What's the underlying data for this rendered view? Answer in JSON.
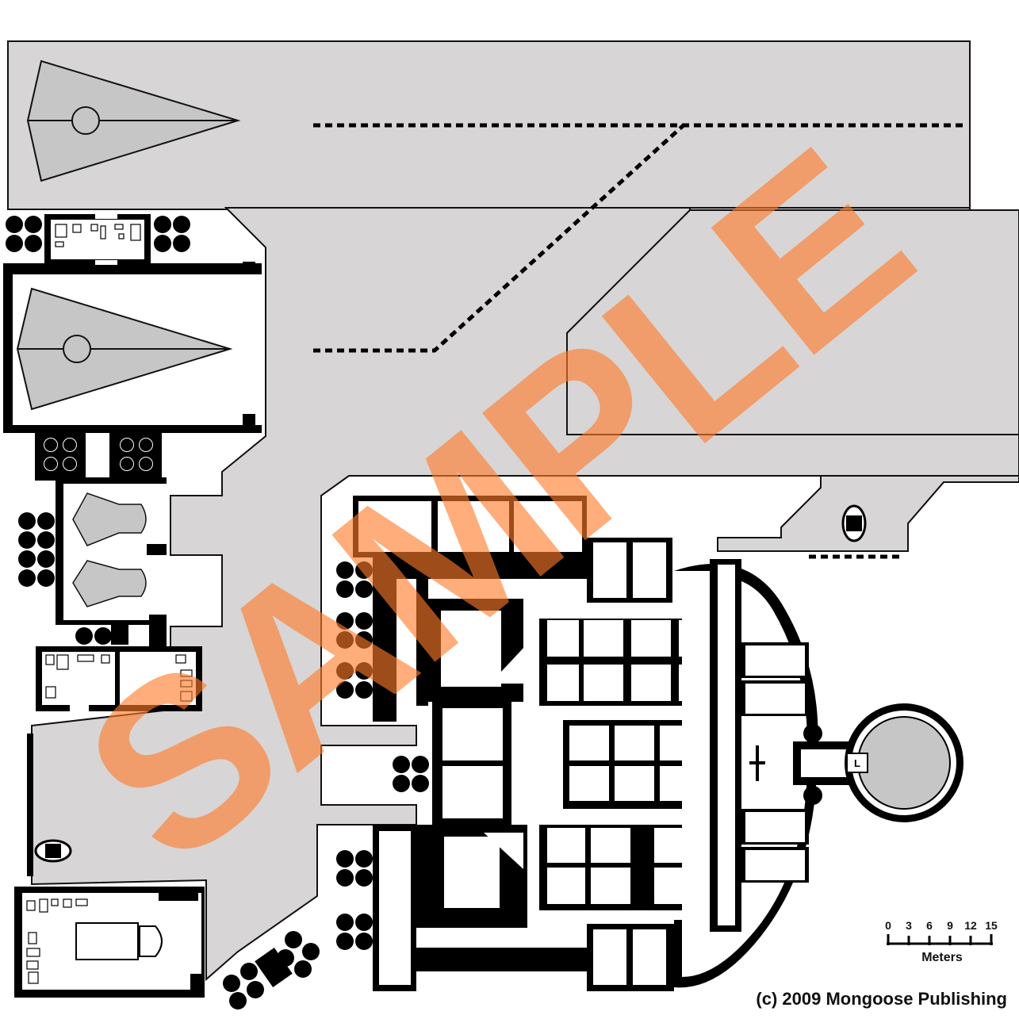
{
  "watermark": {
    "text": "SAMPLE",
    "color": "#ff7a2a"
  },
  "scale_bar": {
    "ticks": [
      "0",
      "3",
      "6",
      "9",
      "12",
      "15"
    ],
    "unit_label": "Meters"
  },
  "copyright": "(c) 2009 Mongoose Publishing",
  "lift_label": "L",
  "colors": {
    "ground": "#d7d5d5",
    "wall": "#000000",
    "ship": "#c6c6c6",
    "floor": "#ffffff"
  }
}
